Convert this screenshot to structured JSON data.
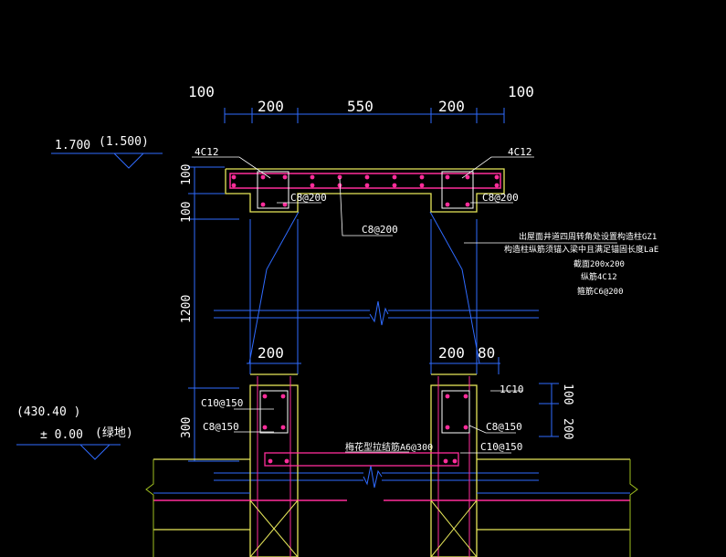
{
  "colors": {
    "background": "#000000",
    "dimension": "#2f6bff",
    "concrete": "#e8e85a",
    "rebar": "#ff2d9b",
    "stirrup": "#ffffff",
    "leader": "#ffffff",
    "hatch": "#e8e85a",
    "wall": "#ff2d9b",
    "ground": "#a0c020"
  },
  "dimensions": {
    "top_left_outer": "100",
    "top_left": "200",
    "top_middle": "550",
    "top_right": "200",
    "top_right_outer": "100",
    "left_v1": "100",
    "left_v2": "100",
    "left_v3": "1200",
    "left_v4": "300",
    "mid_left": "200",
    "mid_right": "200",
    "mid_right_small": "80",
    "right_v1": "100",
    "right_v2": "200"
  },
  "elevations": {
    "upper": "1.700",
    "upper_paren": "(1.500)",
    "lower_paren": "(430.40     )",
    "lower": "±  0.00",
    "lower_note": "(绿地)"
  },
  "labels": {
    "top_left_rebar": "4C12",
    "top_right_rebar": "4C12",
    "stirrup_left": "C8@200",
    "stirrup_right": "C8@200",
    "stirrup_center": "C8@200",
    "note_line1": "出屋面井道四周转角处设置构造柱GZ1",
    "note_line2": "构造柱纵筋须锚入梁中且满足锚固长度LaE",
    "note_line3": "截面200x200",
    "note_line4": "纵筋4C12",
    "note_line5": "箍筋C6@200",
    "col_left_main": "C10@150",
    "col_left_stirrup": "C8@150",
    "col_right_tie": "1C10",
    "col_right_stirrup": "C8@150",
    "col_right_main": "C10@150",
    "wall_tie": "梅花型拉结筋A6@300"
  }
}
